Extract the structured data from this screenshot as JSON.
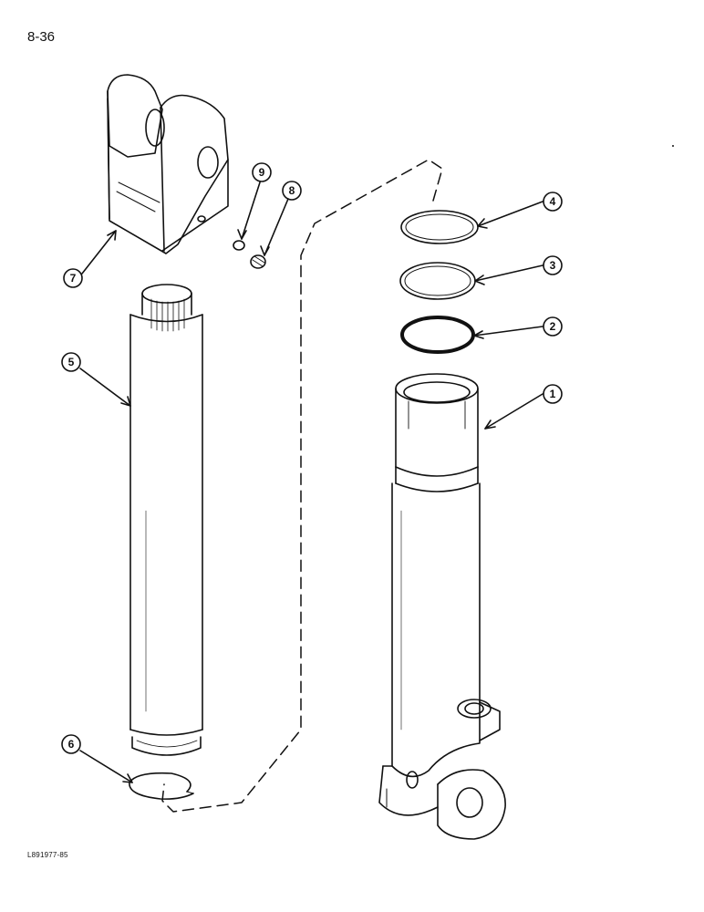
{
  "page": {
    "page_number": "8-36",
    "figure_code": "L891977-85"
  },
  "parts": [
    {
      "callout": "1",
      "icon": "cylinder-barrel"
    },
    {
      "callout": "2",
      "icon": "o-ring"
    },
    {
      "callout": "3",
      "icon": "backup-ring"
    },
    {
      "callout": "4",
      "icon": "seal-ring"
    },
    {
      "callout": "5",
      "icon": "piston-rod"
    },
    {
      "callout": "6",
      "icon": "snap-ring"
    },
    {
      "callout": "7",
      "icon": "rod-clevis"
    },
    {
      "callout": "8",
      "icon": "set-screw"
    },
    {
      "callout": "9",
      "icon": "plug"
    }
  ]
}
